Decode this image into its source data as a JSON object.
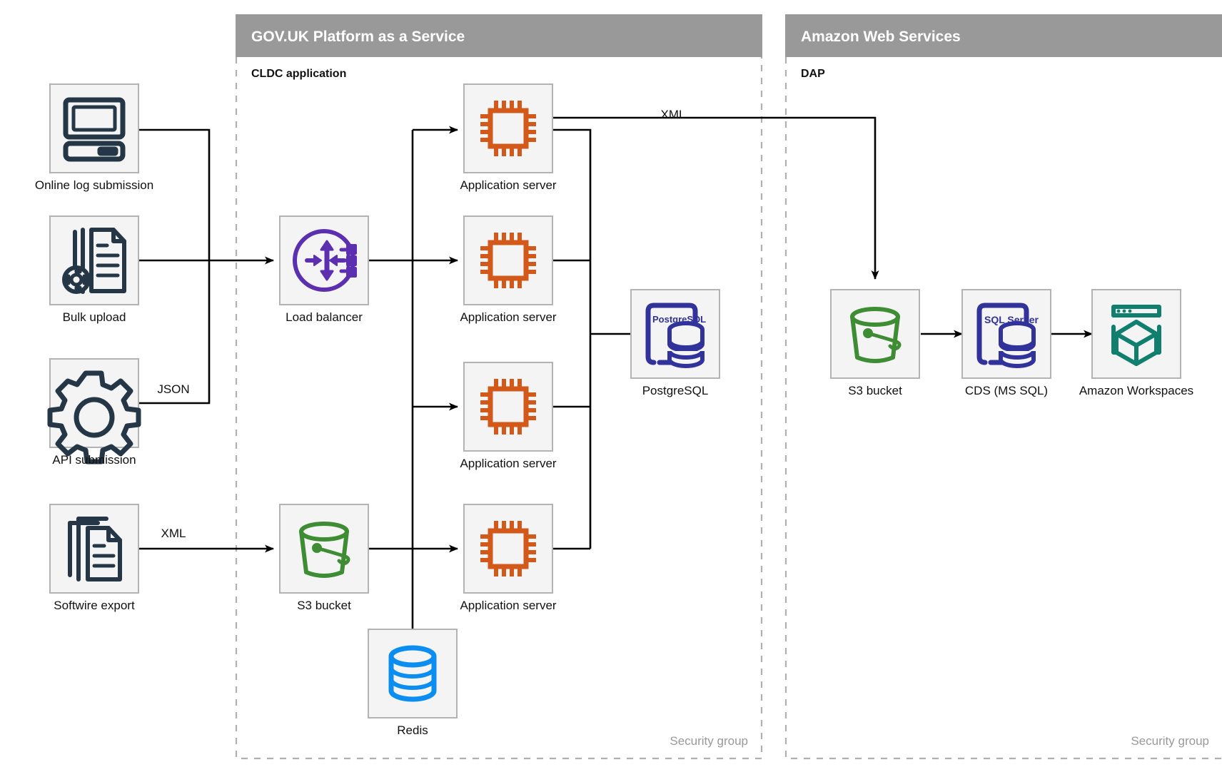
{
  "zones": [
    {
      "id": "paas",
      "title": "GOV.UK Platform as a Service",
      "subtitle": "CLDC application",
      "security_label": "Security group",
      "header_color": "#999999"
    },
    {
      "id": "aws",
      "title": "Amazon Web Services",
      "subtitle": "DAP",
      "security_label": "Security group",
      "header_color": "#999999"
    }
  ],
  "sources": [
    {
      "id": "online-log-submission",
      "label": "Online log submission",
      "icon": "desktop-computer-icon",
      "color": "#253746"
    },
    {
      "id": "bulk-upload",
      "label": "Bulk upload",
      "icon": "document-gear-icon",
      "color": "#253746"
    },
    {
      "id": "api-submission",
      "label": "API submission",
      "icon": "gear-icon",
      "color": "#253746"
    },
    {
      "id": "softwire-export",
      "label": "Softwire export",
      "icon": "document-stack-icon",
      "color": "#253746"
    }
  ],
  "paas_nodes": [
    {
      "id": "load-balancer",
      "label": "Load balancer",
      "icon": "load-balancer-icon",
      "color": "#5b2fb0"
    },
    {
      "id": "app-server-1",
      "label": "Application server",
      "icon": "cpu-chip-icon",
      "color": "#d2591a"
    },
    {
      "id": "app-server-2",
      "label": "Application server",
      "icon": "cpu-chip-icon",
      "color": "#d2591a"
    },
    {
      "id": "app-server-3",
      "label": "Application server",
      "icon": "cpu-chip-icon",
      "color": "#d2591a"
    },
    {
      "id": "app-server-4",
      "label": "Application server",
      "icon": "cpu-chip-icon",
      "color": "#d2591a"
    },
    {
      "id": "postgresql",
      "label": "PostgreSQL",
      "icon": "postgresql-icon",
      "color": "#31329a",
      "logo_text": "PostgreSQL"
    },
    {
      "id": "s3-bucket-paas",
      "label": "S3 bucket",
      "icon": "s3-bucket-icon",
      "color": "#3e8c33"
    },
    {
      "id": "redis",
      "label": "Redis",
      "icon": "redis-database-icon",
      "color": "#0b8ef0"
    }
  ],
  "aws_nodes": [
    {
      "id": "s3-bucket-aws",
      "label": "S3 bucket",
      "icon": "s3-bucket-icon",
      "color": "#3e8c33"
    },
    {
      "id": "cds-ms-sql",
      "label": "CDS (MS SQL)",
      "icon": "sql-server-icon",
      "color": "#31329a",
      "logo_text": "SQL Server"
    },
    {
      "id": "amazon-workspaces",
      "label": "Amazon Workspaces",
      "icon": "workspaces-cube-icon",
      "color": "#107f6e"
    }
  ],
  "edge_labels": [
    {
      "id": "json-label",
      "text": "JSON"
    },
    {
      "id": "xml-source-label",
      "text": "XML"
    },
    {
      "id": "xml-export-label",
      "text": "XML"
    }
  ]
}
